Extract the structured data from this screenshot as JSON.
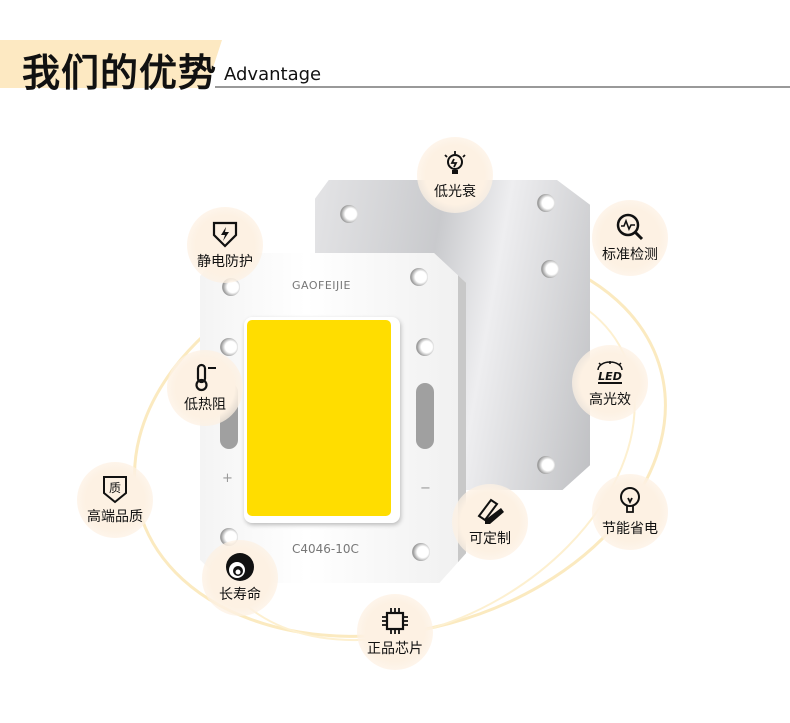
{
  "header": {
    "title": "我们的优势",
    "subtitle": "Advantage"
  },
  "chip": {
    "brand": "GAOFEIJIE",
    "model": "C4046-10C",
    "plus": "+",
    "minus": "−",
    "led_color": "#ffdd00"
  },
  "features": [
    {
      "label": "低光衰",
      "icon": "bulb-spark-icon"
    },
    {
      "label": "静电防护",
      "icon": "shield-bolt-icon"
    },
    {
      "label": "标准检测",
      "icon": "magnifier-pulse-icon"
    },
    {
      "label": "低热阻",
      "icon": "thermometer-icon"
    },
    {
      "label": "高光效",
      "icon": "led-icon",
      "icon_text": "LED"
    },
    {
      "label": "高端品质",
      "icon": "quality-shield-icon",
      "icon_text": "质"
    },
    {
      "label": "可定制",
      "icon": "pencil-ruler-icon"
    },
    {
      "label": "节能省电",
      "icon": "bulb-icon"
    },
    {
      "label": "长寿命",
      "icon": "spiral-icon"
    },
    {
      "label": "正品芯片",
      "icon": "chip-icon"
    }
  ]
}
